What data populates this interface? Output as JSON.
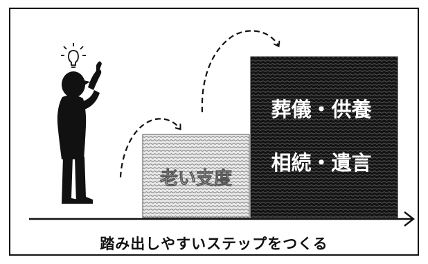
{
  "caption": "踏み出しやすいステップをつくる",
  "steps": [
    {
      "label": "老い支度",
      "style": "light-hatched"
    },
    {
      "label_line1": "葬儀・供養",
      "label_line2": "相続・遺言",
      "style": "dark-hatched"
    }
  ],
  "colors": {
    "ink": "#111111",
    "dark_box": "#161616",
    "light_box": "#d9d9d9",
    "background": "#ffffff"
  },
  "icons": [
    "person-silhouette-icon",
    "lightbulb-icon",
    "dashed-arrow-icon",
    "axis-arrow-icon"
  ]
}
